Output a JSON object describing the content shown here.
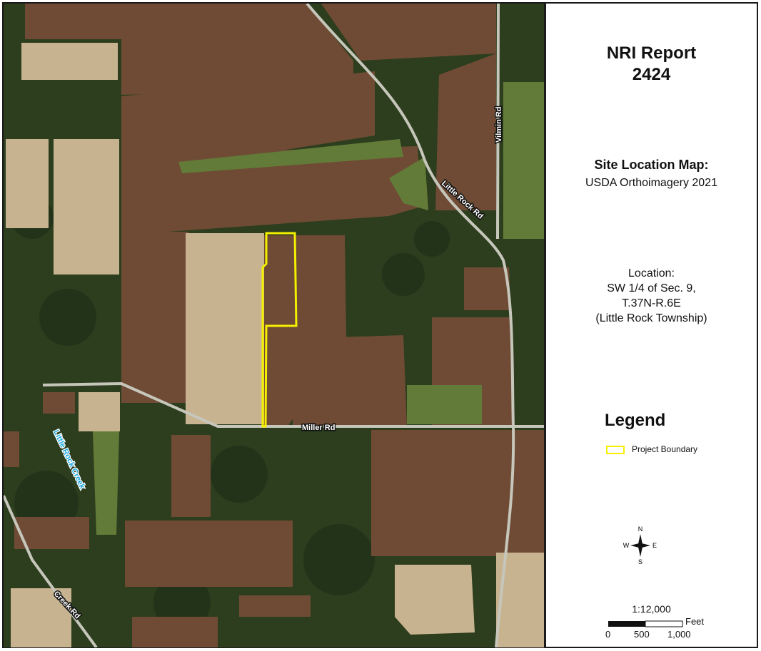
{
  "title_line1": "NRI Report",
  "title_line2": "2424",
  "subtitle_bold": "Site Location Map:",
  "subtitle_sub": "USDA Orthoimagery 2021",
  "location": {
    "label": "Location:",
    "line1": "SW 1/4 of Sec. 9,",
    "line2": "T.37N-R.6E",
    "line3": "(Little Rock Township)"
  },
  "legend": {
    "title": "Legend",
    "items": [
      {
        "label": "Project Boundary",
        "color": "#f5ef00"
      }
    ]
  },
  "compass": {
    "n": "N",
    "s": "S",
    "e": "E",
    "w": "W"
  },
  "scale": {
    "ratio": "1:12,000",
    "unit": "Feet",
    "ticks": [
      "0",
      "500",
      "1,000"
    ]
  },
  "map_labels": {
    "vilmin_rd": "Vilmin Rd",
    "little_rock_rd": "Little Rock Rd",
    "miller_rd": "Miller Rd",
    "little_rock_creek": "Little Rock Creek",
    "creek_rd": "Creek Rd"
  },
  "colors": {
    "field_brown": "#6e4a34",
    "field_tan": "#c9b493",
    "forest": "#2b3d1c",
    "grass": "#667f3c",
    "road": "#c3c3b8",
    "boundary": "#f5ef00",
    "creek_label": "#1aa7e0"
  }
}
